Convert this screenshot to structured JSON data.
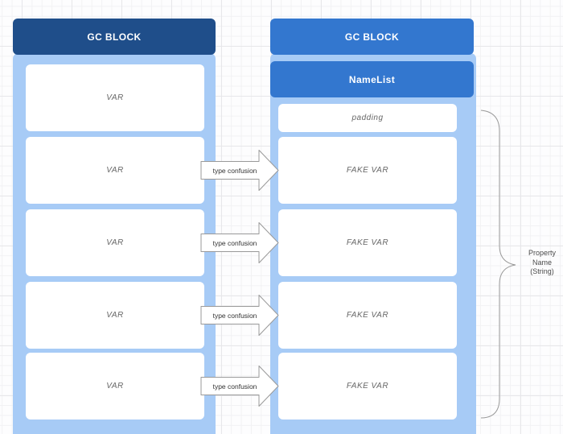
{
  "diagram": {
    "left_block": {
      "header_label": "GC BLOCK",
      "slots": [
        "VAR",
        "VAR",
        "VAR",
        "VAR",
        "VAR"
      ]
    },
    "right_block": {
      "header_label": "GC BLOCK",
      "namelist_label": "NameList",
      "padding_label": "padding",
      "slots": [
        "FAKE VAR",
        "FAKE VAR",
        "FAKE VAR",
        "FAKE VAR"
      ]
    },
    "arrows": [
      {
        "label": "type confusion"
      },
      {
        "label": "type confusion"
      },
      {
        "label": "type confusion"
      },
      {
        "label": "type confusion"
      }
    ],
    "brace": {
      "lines": [
        "Property",
        "Name",
        "(String)"
      ]
    },
    "colors": {
      "dark_blue_header": "#1f4e8a",
      "mid_blue_header": "#3377cf",
      "light_blue_body": "#a7cbf6",
      "slot_fill": "#ffffff",
      "slot_text": "#666666",
      "arrow_stroke": "#999999",
      "brace_stroke": "#999999",
      "grid_minor": "#f2f2f4",
      "grid_major": "#e7e7ea"
    }
  }
}
